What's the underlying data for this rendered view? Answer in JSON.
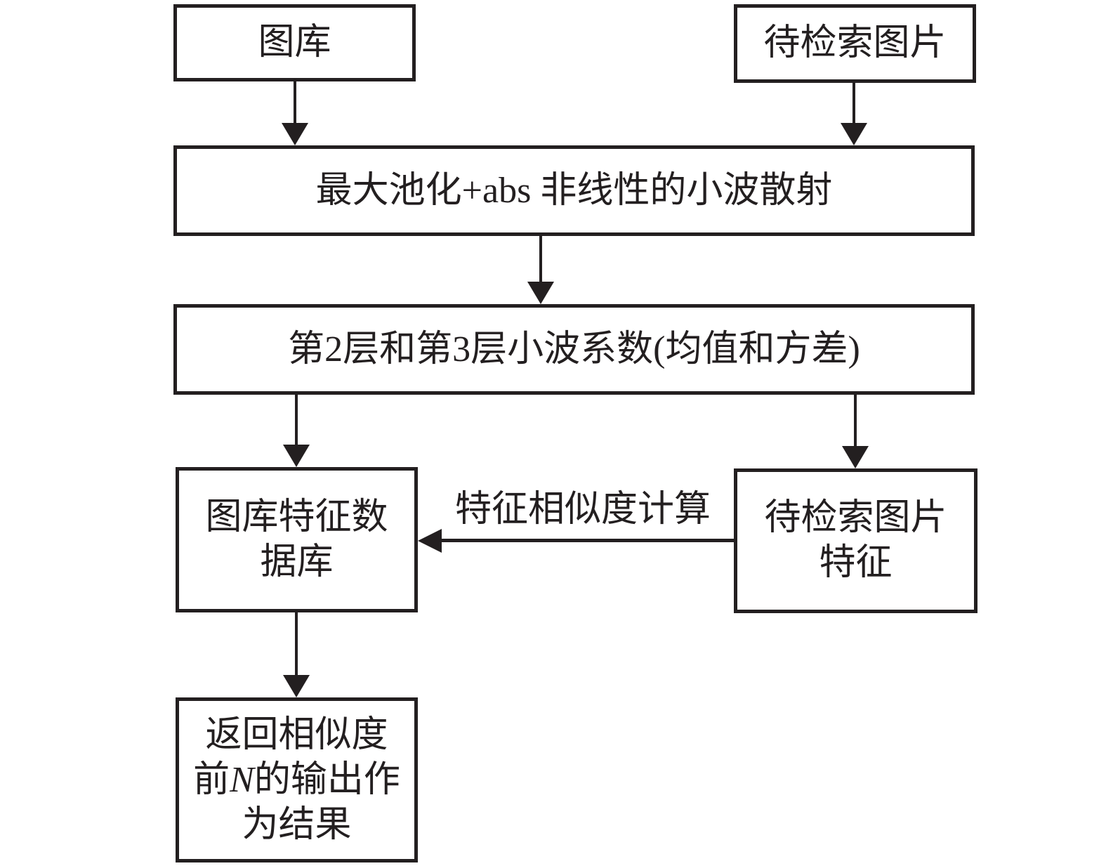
{
  "colors": {
    "ink": "#231f20",
    "background": "#ffffff"
  },
  "boxes": {
    "gallery": {
      "label": "图库"
    },
    "query_image": {
      "label": "待检索图片"
    },
    "scattering": {
      "label": "最大池化+abs 非线性的小波散射"
    },
    "coefficients": {
      "label": "第2层和第3层小波系数(均值和方差)"
    },
    "feature_db": {
      "line1": "图库特征数",
      "line2": "据库"
    },
    "query_features": {
      "line1": "待检索图片",
      "line2": "特征"
    },
    "result": {
      "line1": "返回相似度",
      "line2_pre": "前",
      "line2_n": "N",
      "line2_post": "的输出作",
      "line3": "为结果"
    }
  },
  "edge_labels": {
    "similarity": "特征相似度计算"
  }
}
